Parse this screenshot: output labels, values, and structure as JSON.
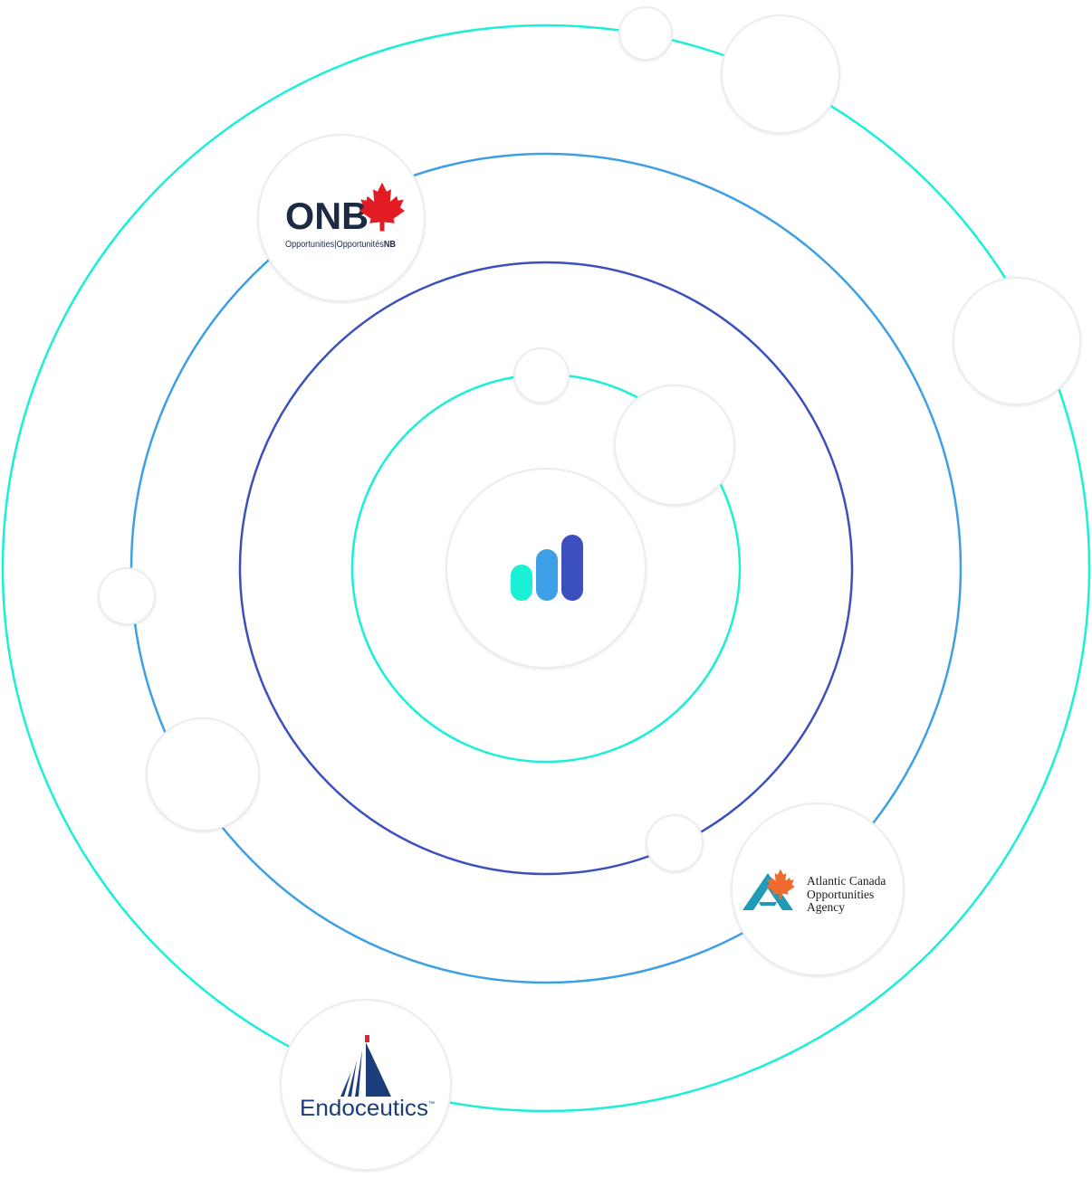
{
  "colors": {
    "background": "#ffffff",
    "ring_teal": "#19f0d6",
    "ring_blue": "#3d9fe6",
    "ring_navy": "#3b4fbd",
    "node_fill": "#ffffff",
    "node_stroke": "#eaedf0",
    "onb_navy": "#1c2a44",
    "onb_red": "#e31b23",
    "acoa_teal": "#1f9bb8",
    "acoa_orange": "#ef6a2c",
    "acoa_text": "#1b1b1b",
    "endo_navy": "#1b3e7a",
    "endo_red": "#e0262f",
    "center_bar_1": "#19f0d6",
    "center_bar_2": "#3d9fe6",
    "center_bar_3": "#3b4fbd"
  },
  "logos": {
    "onb": {
      "wordmark": "ONB",
      "tagline_a": "Opportunities",
      "tagline_b": "Opportunités",
      "tagline_c": "NB",
      "icon": "maple-leaf-icon"
    },
    "acoa": {
      "line1": "Atlantic Canada",
      "line2": "Opportunities",
      "line3": "Agency",
      "icon": "acoa-triangle-leaf-icon"
    },
    "endo": {
      "wordmark": "Endoceutics",
      "trademark": "™",
      "icon": "endoceutics-mountain-icon"
    },
    "center": {
      "icon": "bar-chart-icon"
    }
  }
}
